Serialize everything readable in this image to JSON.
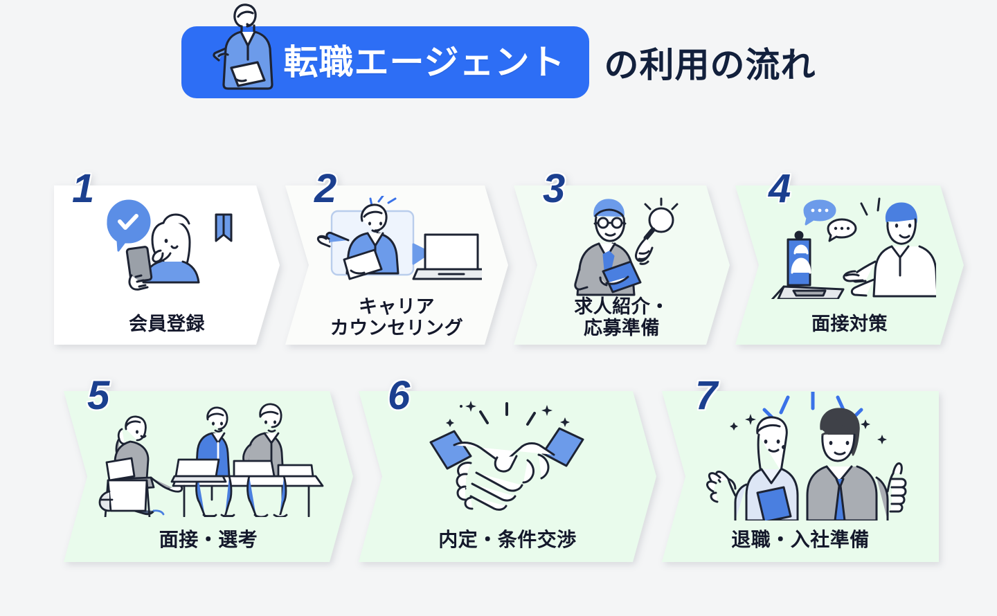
{
  "title": {
    "badge_text": "転職エージェント",
    "tail_text": "の利用の流れ",
    "badge_color": "#2d6ef5",
    "tail_color": "#12203c",
    "person_icon": "consultant-woman-icon"
  },
  "theme": {
    "page_background": "#f4f5f6",
    "number_color": "#1b3f8f",
    "label_color": "#14182b",
    "accent_blue": "#2d6ef5",
    "card_white": "#ffffff",
    "card_mint": "#e7faea"
  },
  "steps": [
    {
      "number": "1",
      "label": "会員登録",
      "label_lines": [
        "会員登録"
      ],
      "icon": "smartphone-checkmark-registration-icon",
      "background": "#ffffff",
      "shape": "chevron-start"
    },
    {
      "number": "2",
      "label": "キャリア カウンセリング",
      "label_lines": [
        "キャリア",
        "カウンセリング"
      ],
      "icon": "counselor-laptop-video-call-icon",
      "background": "#fbfcfa",
      "shape": "chevron-mid"
    },
    {
      "number": "3",
      "label": "求人紹介・応募準備",
      "label_lines": [
        "求人紹介・",
        "応募準備"
      ],
      "icon": "recruiter-magnifier-clipboard-icon",
      "background": "#f2fbf3",
      "shape": "chevron-mid"
    },
    {
      "number": "4",
      "label": "面接対策",
      "label_lines": [
        "面接対策"
      ],
      "icon": "online-interview-practice-icon",
      "background": "#e9fbec",
      "shape": "chevron-mid"
    },
    {
      "number": "5",
      "label": "面接・選考",
      "label_lines": [
        "面接・選考"
      ],
      "icon": "interview-panel-meeting-icon",
      "background": "#e9fbec",
      "shape": "chevron-mid"
    },
    {
      "number": "6",
      "label": "内定・条件交渉",
      "label_lines": [
        "内定・条件交渉"
      ],
      "icon": "handshake-agreement-icon",
      "background": "#e9fbec",
      "shape": "chevron-mid"
    },
    {
      "number": "7",
      "label": "退職・入社準備",
      "label_lines": [
        "退職・入社準備"
      ],
      "icon": "two-people-thumbs-up-celebration-icon",
      "background": "#e9fbec",
      "shape": "chevron-end"
    }
  ]
}
